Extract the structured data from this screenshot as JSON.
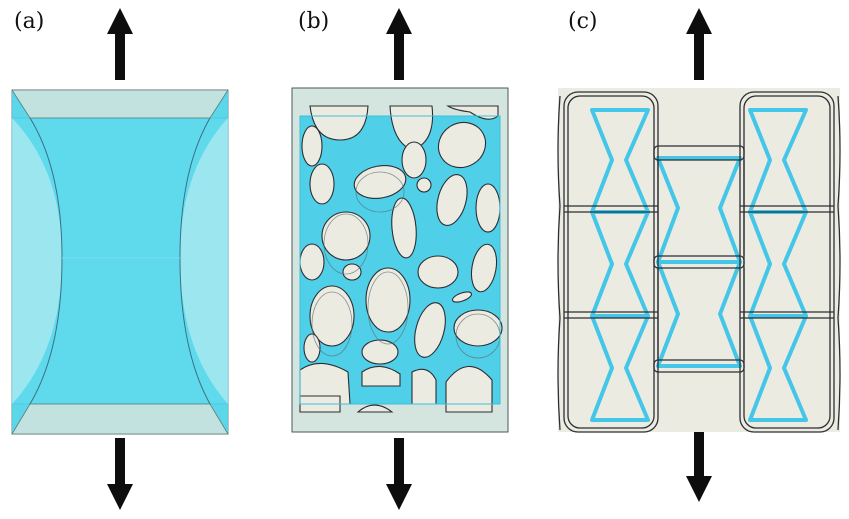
{
  "panels": [
    {
      "label": "(a)",
      "description_key": "solid"
    },
    {
      "label": "(b)",
      "description_key": "porous"
    },
    {
      "label": "(c)",
      "description_key": "honeycomb"
    }
  ],
  "colors": {
    "cyan_fill": "#5fdcee",
    "cyan_line": "#3cc3e6",
    "grey_fill": "#d4e4df",
    "hole_fill": "#ecebe2",
    "outline": "#2b2f33",
    "arrow": "#0d0d0d"
  },
  "icons": {
    "arrow_up": "arrow-up-icon",
    "arrow_down": "arrow-down-icon"
  }
}
